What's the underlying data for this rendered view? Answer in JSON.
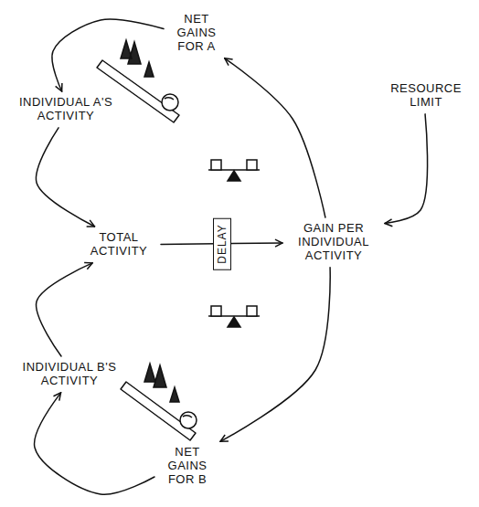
{
  "diagram": {
    "nodes": [
      {
        "text": [
          "NET GAINS FOR A"
        ]
      },
      {
        "text": [
          "INDIVIDUAL A'S ACTIVITY"
        ]
      },
      {
        "text": [
          "RESOURCE LIMIT"
        ]
      },
      {
        "text": [
          "TOTAL ACTIVITY"
        ]
      },
      {
        "text": [
          "GAIN PER INDIVIDUAL ACTIVITY"
        ]
      },
      {
        "text": [
          "INDIVIDUAL B'S ACTIVITY"
        ]
      },
      {
        "text": [
          "NET GAINS FOR B"
        ]
      }
    ],
    "edges": [
      {
        "from": 0,
        "to": 1,
        "arrow": "to"
      },
      {
        "from": 1,
        "to": 3,
        "arrow": "to"
      },
      {
        "from": 3,
        "to": 4,
        "label": "DELAY",
        "arrow": "to"
      },
      {
        "from": 4,
        "to": 0,
        "arrow": "to"
      },
      {
        "from": 4,
        "to": 6,
        "arrow": "to"
      },
      {
        "from": 2,
        "to": 4,
        "arrow": "to"
      },
      {
        "from": 6,
        "to": 5,
        "arrow": "to"
      },
      {
        "from": 5,
        "to": 3,
        "arrow": "to"
      }
    ]
  }
}
